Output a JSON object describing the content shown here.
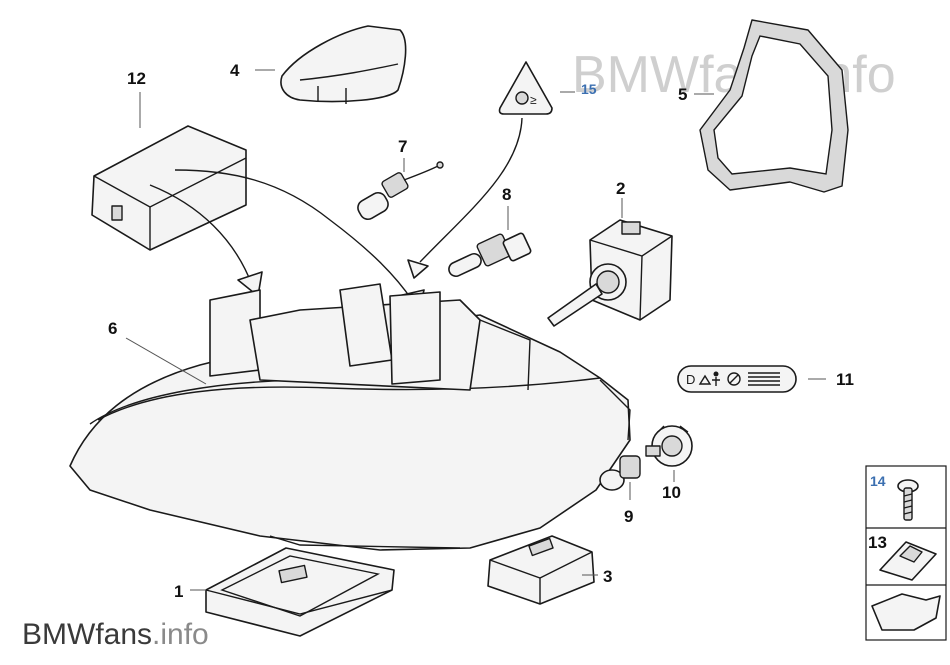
{
  "watermark": {
    "top_right": "BMWfans.info",
    "bottom_left_main": "BMWfans",
    "bottom_left_suffix": ".info"
  },
  "labels": {
    "p1": "1",
    "p2": "2",
    "p3": "3",
    "p4": "4",
    "p5": "5",
    "p6": "6",
    "p7": "7",
    "p8": "8",
    "p9": "9",
    "p10": "10",
    "p11": "11",
    "p12": "12",
    "p13": "13",
    "p14": "14",
    "p15": "15"
  },
  "colors": {
    "line": "#1a1a1a",
    "label_blue": "#3b6fb0",
    "watermark": "#c8c8c8"
  }
}
